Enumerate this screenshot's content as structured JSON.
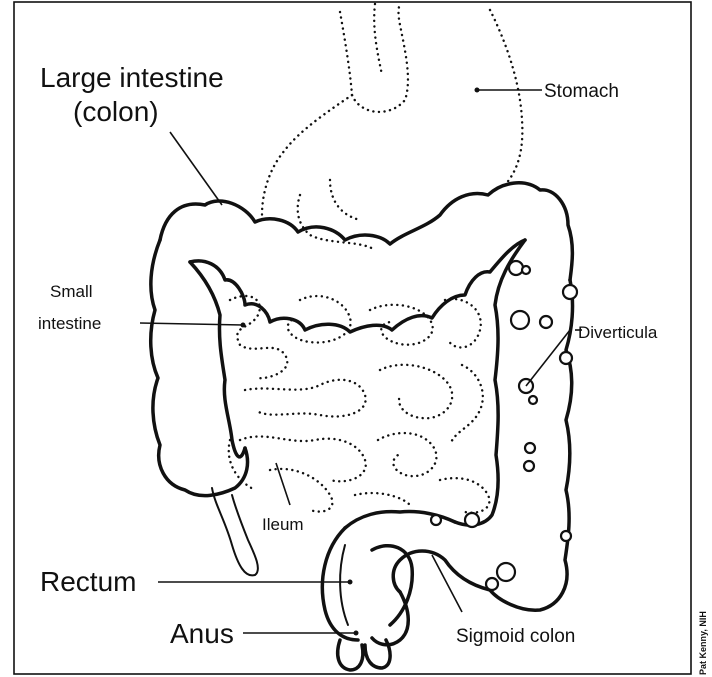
{
  "labels": {
    "large_intestine_line1": "Large intestine",
    "large_intestine_line2": "(colon)",
    "stomach": "Stomach",
    "small_intestine_line1": "Small",
    "small_intestine_line2": "intestine",
    "diverticula": "Diverticula",
    "ileum": "Ileum",
    "rectum": "Rectum",
    "anus": "Anus",
    "sigmoid_colon": "Sigmoid colon"
  },
  "credit": "Pat Kenny, NIH",
  "colors": {
    "ink": "#111111",
    "background": "#ffffff"
  }
}
